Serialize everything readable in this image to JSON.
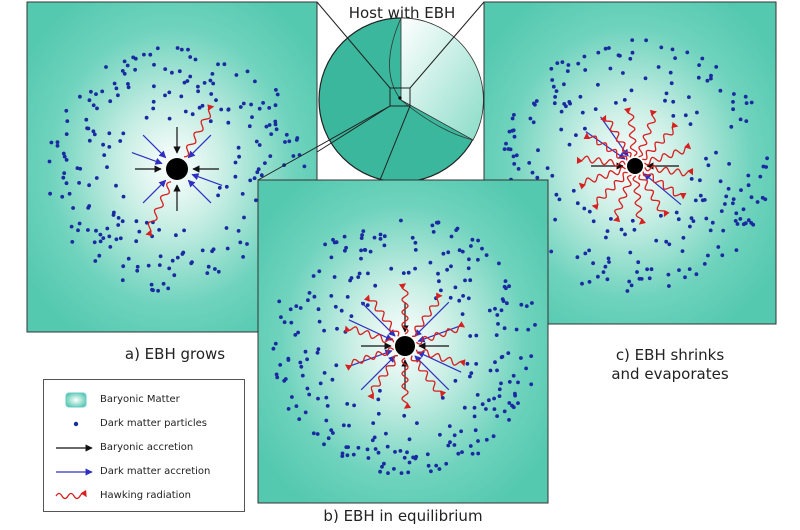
{
  "host_label": "Host with EBH",
  "panels": {
    "a": "a) EBH grows",
    "b": "b) EBH in equilibrium",
    "c_line1": "c) EBH shrinks",
    "c_line2": "and evaporates"
  },
  "legend": {
    "items": [
      {
        "key": "baryonic",
        "label": "Baryonic Matter"
      },
      {
        "key": "dm_particles",
        "label": "Dark matter particles"
      },
      {
        "key": "baryonic_accretion",
        "label": "Baryonic accretion"
      },
      {
        "key": "dm_accretion",
        "label": "Dark matter accretion"
      },
      {
        "key": "hawking",
        "label": "Hawking radiation"
      }
    ]
  },
  "colors": {
    "baryonic_edge": "#58ccb4",
    "baryonic_center": "#ffffff",
    "dark_matter": "#1a2aa0",
    "baryonic_arrow": "#111111",
    "dm_arrow": "#3030c0",
    "hawking": "#d82020",
    "ebh": "#000000",
    "sphere": "#3ab79c"
  }
}
